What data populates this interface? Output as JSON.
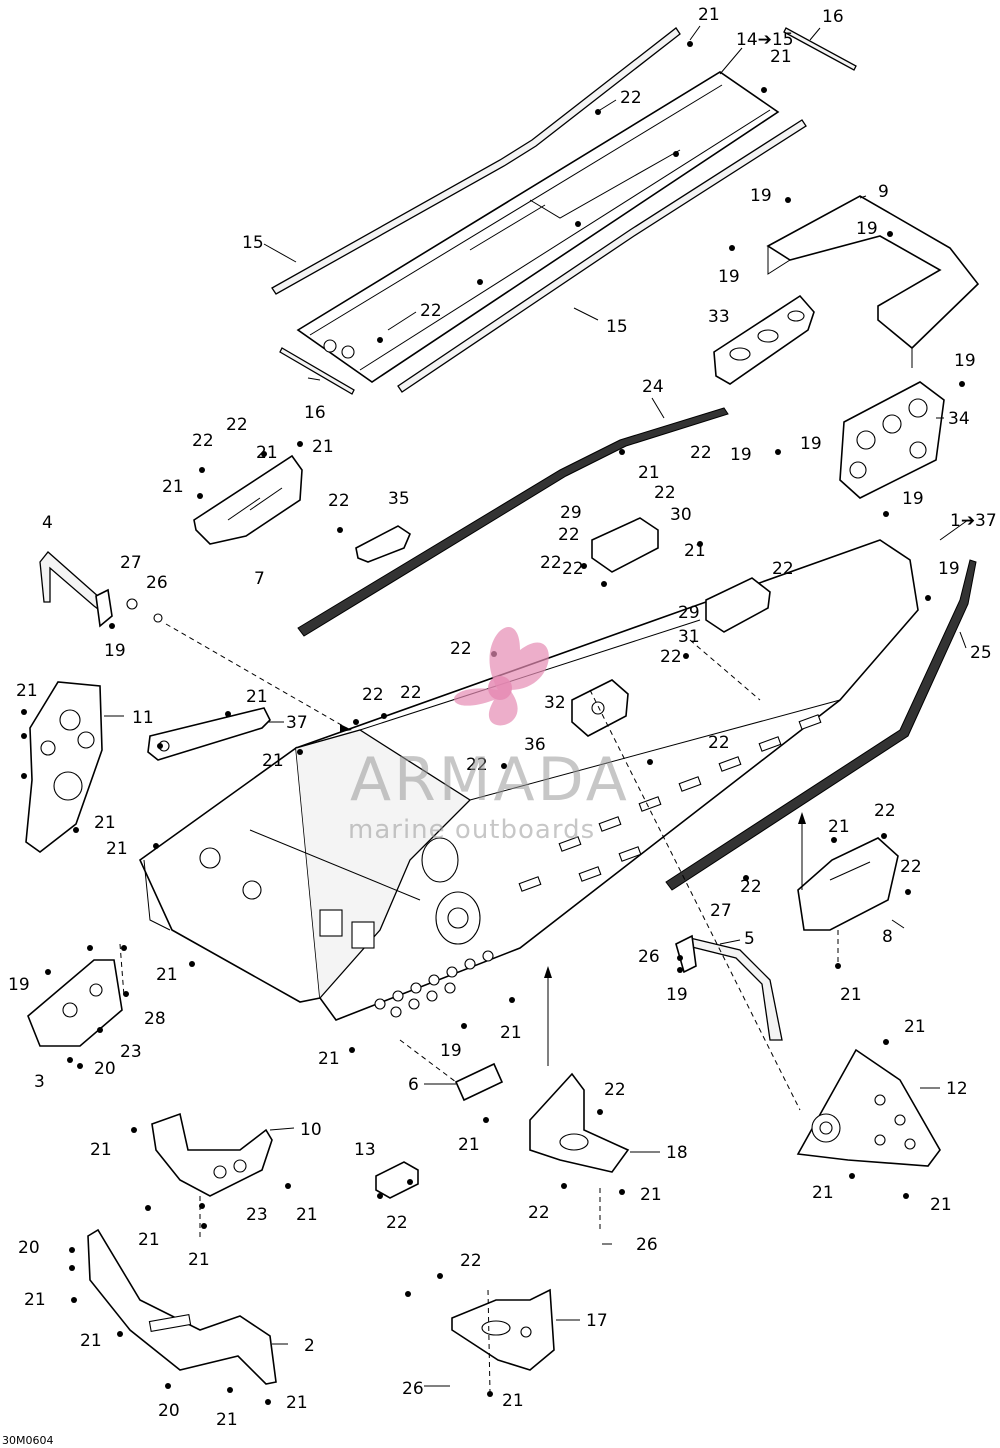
{
  "watermark": {
    "brand": "ARMADA",
    "tagline": "marine outboards",
    "logo_color": "#e58bb4"
  },
  "drawing_code": "30M0604",
  "callouts": [
    {
      "id": "c1",
      "text": "21"
    },
    {
      "id": "c2",
      "text": "14➔15"
    },
    {
      "id": "c3",
      "text": "21"
    },
    {
      "id": "c4",
      "text": "16"
    },
    {
      "id": "c5",
      "text": "22"
    },
    {
      "id": "c6",
      "text": "15"
    },
    {
      "id": "c7",
      "text": "22"
    },
    {
      "id": "c8",
      "text": "15"
    },
    {
      "id": "c9",
      "text": "16"
    },
    {
      "id": "c10",
      "text": "19"
    },
    {
      "id": "c11",
      "text": "9"
    },
    {
      "id": "c12",
      "text": "19"
    },
    {
      "id": "c13",
      "text": "19"
    },
    {
      "id": "c14",
      "text": "33"
    },
    {
      "id": "c15",
      "text": "19"
    },
    {
      "id": "c16",
      "text": "34"
    },
    {
      "id": "c17",
      "text": "24"
    },
    {
      "id": "c18",
      "text": "22"
    },
    {
      "id": "c19",
      "text": "19"
    },
    {
      "id": "c20",
      "text": "19"
    },
    {
      "id": "c21",
      "text": "21"
    },
    {
      "id": "c22",
      "text": "22"
    },
    {
      "id": "c23",
      "text": "29"
    },
    {
      "id": "c24",
      "text": "30"
    },
    {
      "id": "c25",
      "text": "22"
    },
    {
      "id": "c26",
      "text": "19"
    },
    {
      "id": "c27",
      "text": "1➔37"
    },
    {
      "id": "c28",
      "text": "22"
    },
    {
      "id": "c29",
      "text": "21"
    },
    {
      "id": "c30",
      "text": "22"
    },
    {
      "id": "c31",
      "text": "19"
    },
    {
      "id": "c32",
      "text": "22"
    },
    {
      "id": "c33",
      "text": "29"
    },
    {
      "id": "c34",
      "text": "31"
    },
    {
      "id": "c35",
      "text": "25"
    },
    {
      "id": "c36",
      "text": "22"
    },
    {
      "id": "c37",
      "text": "22"
    },
    {
      "id": "c38",
      "text": "21"
    },
    {
      "id": "c39",
      "text": "21"
    },
    {
      "id": "c40",
      "text": "22"
    },
    {
      "id": "c41",
      "text": "21"
    },
    {
      "id": "c42",
      "text": "7"
    },
    {
      "id": "c43",
      "text": "22"
    },
    {
      "id": "c44",
      "text": "35"
    },
    {
      "id": "c45",
      "text": "4"
    },
    {
      "id": "c46",
      "text": "27"
    },
    {
      "id": "c47",
      "text": "26"
    },
    {
      "id": "c48",
      "text": "19"
    },
    {
      "id": "c49",
      "text": "22"
    },
    {
      "id": "c50",
      "text": "22"
    },
    {
      "id": "c51",
      "text": "22"
    },
    {
      "id": "c52",
      "text": "32"
    },
    {
      "id": "c53",
      "text": "36"
    },
    {
      "id": "c54",
      "text": "22"
    },
    {
      "id": "c55",
      "text": "22"
    },
    {
      "id": "c56",
      "text": "21"
    },
    {
      "id": "c57",
      "text": "11"
    },
    {
      "id": "c58",
      "text": "21"
    },
    {
      "id": "c59",
      "text": "37"
    },
    {
      "id": "c60",
      "text": "21"
    },
    {
      "id": "c61",
      "text": "21"
    },
    {
      "id": "c62",
      "text": "21"
    },
    {
      "id": "c63",
      "text": "21"
    },
    {
      "id": "c64",
      "text": "22"
    },
    {
      "id": "c65",
      "text": "21"
    },
    {
      "id": "c66",
      "text": "22"
    },
    {
      "id": "c67",
      "text": "8"
    },
    {
      "id": "c68",
      "text": "22"
    },
    {
      "id": "c69",
      "text": "27"
    },
    {
      "id": "c70",
      "text": "5"
    },
    {
      "id": "c71",
      "text": "26"
    },
    {
      "id": "c72",
      "text": "19"
    },
    {
      "id": "c73",
      "text": "21"
    },
    {
      "id": "c74",
      "text": "19"
    },
    {
      "id": "c75",
      "text": "28"
    },
    {
      "id": "c76",
      "text": "23"
    },
    {
      "id": "c77",
      "text": "3"
    },
    {
      "id": "c78",
      "text": "20"
    },
    {
      "id": "c79",
      "text": "21"
    },
    {
      "id": "c80",
      "text": "21"
    },
    {
      "id": "c81",
      "text": "19"
    },
    {
      "id": "c82",
      "text": "6"
    },
    {
      "id": "c83",
      "text": "21"
    },
    {
      "id": "c84",
      "text": "21"
    },
    {
      "id": "c85",
      "text": "12"
    },
    {
      "id": "c86",
      "text": "21"
    },
    {
      "id": "c87",
      "text": "21"
    },
    {
      "id": "c88",
      "text": "10"
    },
    {
      "id": "c89",
      "text": "21"
    },
    {
      "id": "c90",
      "text": "23"
    },
    {
      "id": "c91",
      "text": "21"
    },
    {
      "id": "c92",
      "text": "21"
    },
    {
      "id": "c93",
      "text": "21"
    },
    {
      "id": "c94",
      "text": "13"
    },
    {
      "id": "c95",
      "text": "22"
    },
    {
      "id": "c96",
      "text": "22"
    },
    {
      "id": "c97",
      "text": "18"
    },
    {
      "id": "c98",
      "text": "22"
    },
    {
      "id": "c99",
      "text": "21"
    },
    {
      "id": "c100",
      "text": "26"
    },
    {
      "id": "c101",
      "text": "20"
    },
    {
      "id": "c102",
      "text": "21"
    },
    {
      "id": "c103",
      "text": "21"
    },
    {
      "id": "c104",
      "text": "2"
    },
    {
      "id": "c105",
      "text": "20"
    },
    {
      "id": "c106",
      "text": "21"
    },
    {
      "id": "c107",
      "text": "21"
    },
    {
      "id": "c108",
      "text": "22"
    },
    {
      "id": "c109",
      "text": "17"
    },
    {
      "id": "c110",
      "text": "26"
    },
    {
      "id": "c111",
      "text": "21"
    }
  ]
}
